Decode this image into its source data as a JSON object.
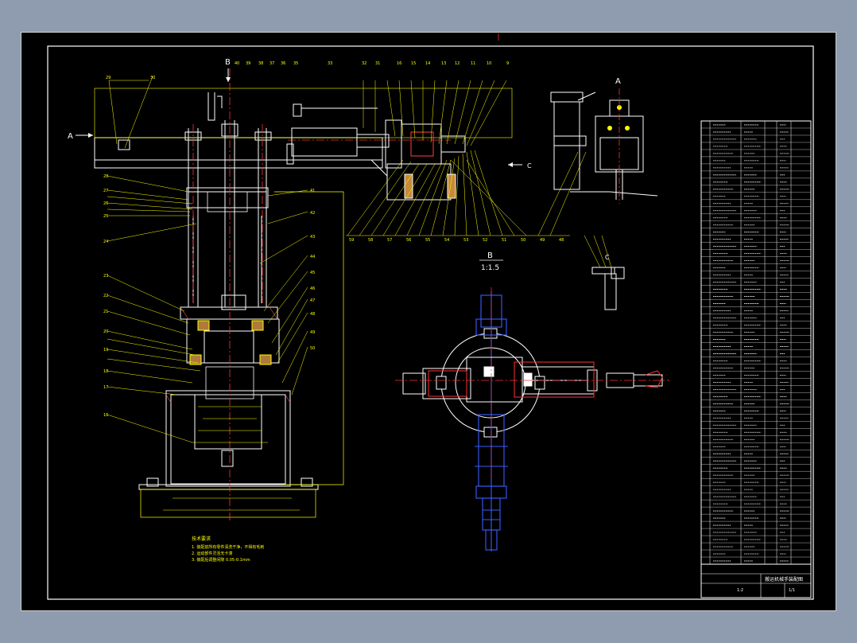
{
  "views": {
    "main_label_A": "A",
    "main_label_B": "B",
    "view_B_title": "B",
    "view_B_scale": "1:1.5",
    "view_A_title": "A",
    "view_C_arrow": "C",
    "view_C_title": "C"
  },
  "notes": {
    "heading": "技术要求",
    "line1": "1. 装配前所有零件清洗干净，不得有毛刺",
    "line2": "2. 运动部件灵活无卡滞",
    "line3": "3. 装配后调整间隙 0.05-0.1mm"
  },
  "title_block": {
    "name": "搬运机械手装配图",
    "scale": "1:2",
    "sheet": "1/1"
  },
  "colors": {
    "outline": "#ffffff",
    "leader": "#ffff00",
    "center": "#ff3030",
    "section_b": "#3a5bff",
    "background": "#000000"
  }
}
